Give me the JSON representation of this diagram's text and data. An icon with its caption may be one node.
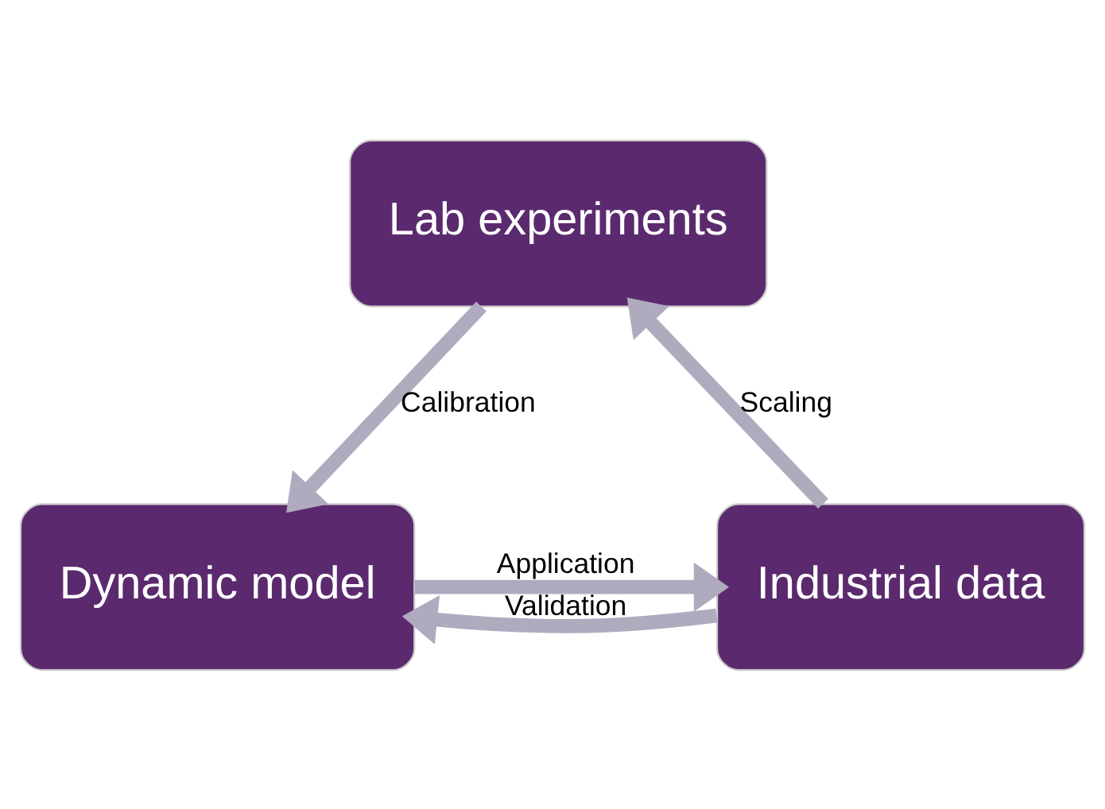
{
  "diagram": {
    "nodes": [
      {
        "text": [
          "Lab experiments"
        ]
      },
      {
        "text": [
          "Dynamic model"
        ]
      },
      {
        "text": [
          "Industrial data"
        ]
      }
    ],
    "edges": [
      {
        "from": 0,
        "to": 1,
        "arrow": "to",
        "label": "Calibration"
      },
      {
        "from": 2,
        "to": 0,
        "arrow": "to",
        "label": "Scaling"
      },
      {
        "from": 2,
        "to": 1,
        "arrow": "to",
        "label": "Validation"
      },
      {
        "from": 1,
        "to": 2,
        "arrow": "to",
        "label": "Application"
      }
    ]
  }
}
